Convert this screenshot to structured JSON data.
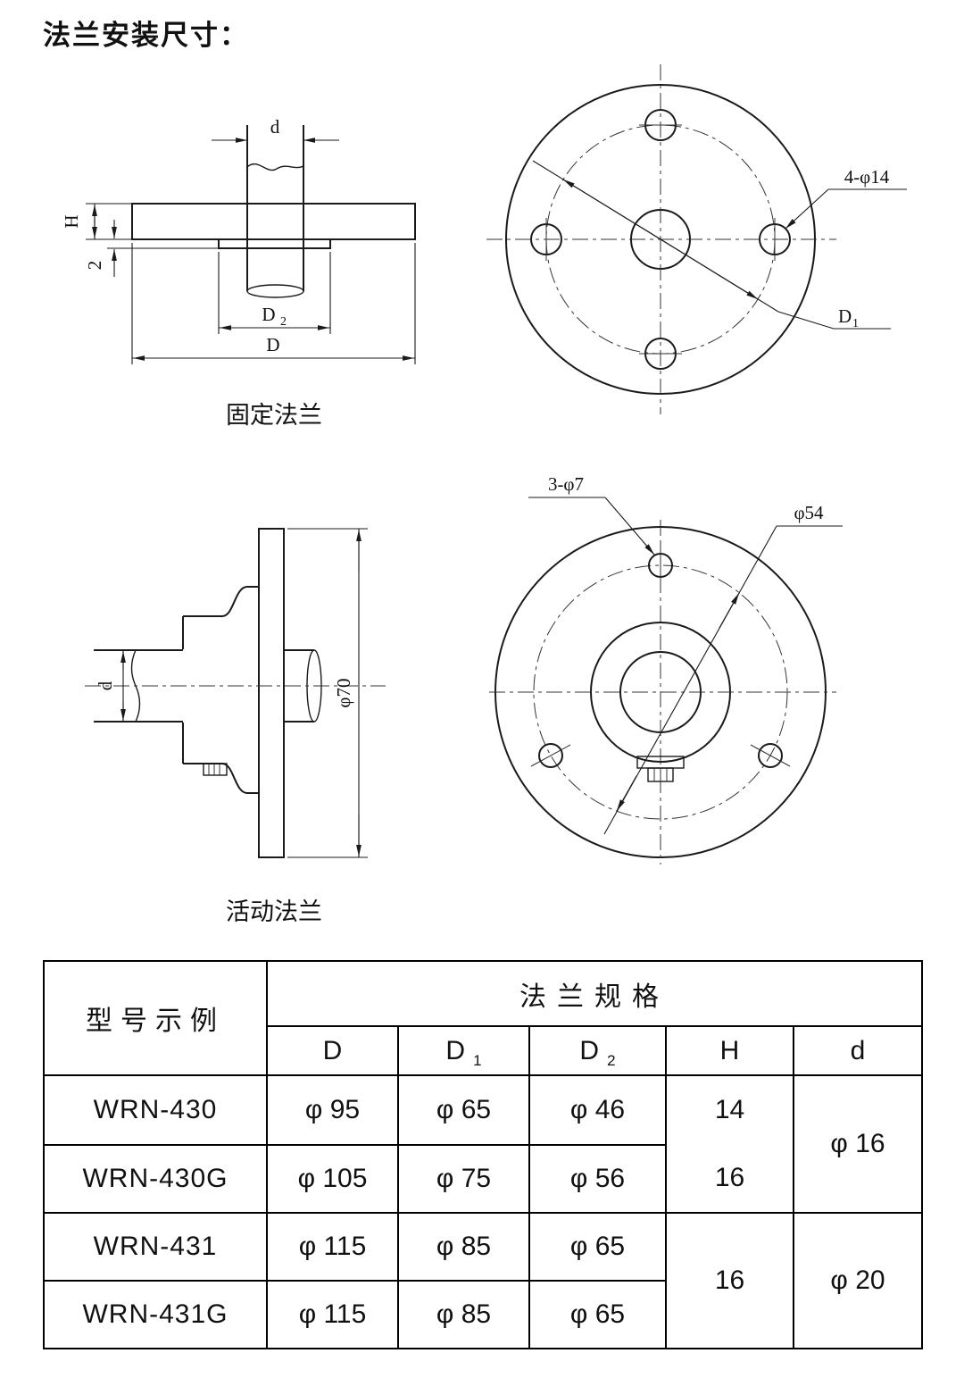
{
  "title": "法兰安装尺寸：",
  "fixed_flange": {
    "caption": "固定法兰",
    "dim_d": "d",
    "dim_H": "H",
    "dim_2": "2",
    "dim_D2_main": "D",
    "dim_D2_sub": "2",
    "dim_D": "D",
    "label_holes": "4-φ14",
    "label_D1_main": "D",
    "label_D1_sub": "1"
  },
  "movable_flange": {
    "caption": "活动法兰",
    "dim_d": "d",
    "dim_dia70": "φ70",
    "label_holes": "3-φ7",
    "label_dia54": "φ54"
  },
  "table": {
    "model_header": "型号示例",
    "spec_header": "法兰规格",
    "columns": [
      {
        "main": "D",
        "sub": ""
      },
      {
        "main": "D",
        "sub": "1"
      },
      {
        "main": "D",
        "sub": "2"
      },
      {
        "main": "H",
        "sub": ""
      },
      {
        "main": "d",
        "sub": ""
      }
    ],
    "rows": [
      {
        "model": "WRN-430",
        "D": "φ 95",
        "D1": "φ 65",
        "D2": "φ 46"
      },
      {
        "model": "WRN-430G",
        "D": "φ 105",
        "D1": "φ 75",
        "D2": "φ 56"
      },
      {
        "model": "WRN-431",
        "D": "φ 115",
        "D1": "φ 85",
        "D2": "φ 65"
      },
      {
        "model": "WRN-431G",
        "D": "φ 115",
        "D1": "φ 85",
        "D2": "φ 65"
      }
    ],
    "h_group_1": [
      "14",
      "16"
    ],
    "d_group_1": "φ 16",
    "h_group_2": "16",
    "d_group_2": "φ 20"
  }
}
